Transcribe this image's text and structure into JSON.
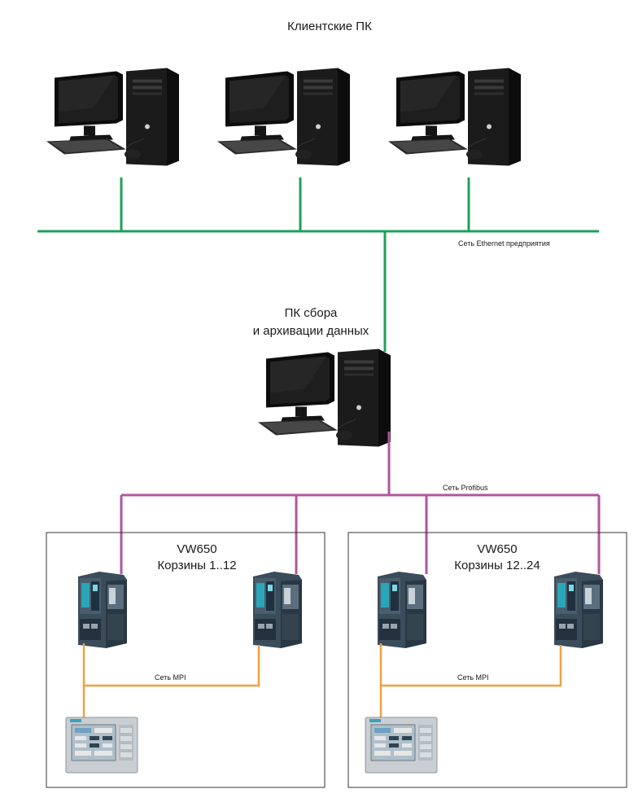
{
  "title": "Клиентские ПК",
  "ethernet_label": "Сеть Ethernet предприятия",
  "server_label_line1": "ПК сбора",
  "server_label_line2": "и архивации данных",
  "profibus_label": "Сеть Profibus",
  "groups": [
    {
      "model": "VW650",
      "baskets": "Корзины 1..12",
      "mpi_label": "Сеть MPI"
    },
    {
      "model": "VW650",
      "baskets": "Корзины 12..24",
      "mpi_label": "Сеть MPI"
    }
  ],
  "colors": {
    "ethernet": "#1ea05a",
    "profibus": "#b0559e",
    "mpi": "#f0a040",
    "frame": "#333333"
  },
  "icons": [
    "desktop-pc-icon",
    "plc-module-icon",
    "hmi-panel-icon"
  ]
}
